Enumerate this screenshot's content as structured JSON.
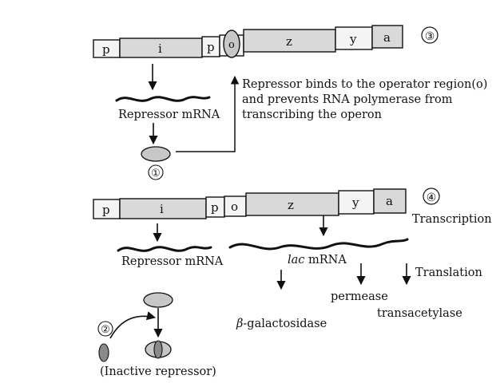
{
  "colors": {
    "ink": "#111111",
    "segment_shaded": "#d9d9d9",
    "segment_plain": "#f4f4f4",
    "protein": "#c7c7c7",
    "inducer": "#8a8a8a"
  },
  "panel_top": {
    "number": "③",
    "genes": [
      "p",
      "i",
      "p",
      "o",
      "z",
      "y",
      "a"
    ],
    "callout_number": "①",
    "repressor_mrna": "Repressor mRNA",
    "description_lines": [
      "Repressor binds to the operator region(o)",
      "and prevents RNA polymerase from",
      "transcribing the operon"
    ]
  },
  "panel_bottom": {
    "number": "④",
    "genes": [
      "p",
      "i",
      "p",
      "o",
      "z",
      "y",
      "a"
    ],
    "callout_number": "②",
    "repressor_mrna": "Repressor mRNA",
    "lac_mrna_italic": "lac",
    "lac_mrna_rest": " mRNA",
    "transcription": "Transcription",
    "translation": "Translation",
    "beta_symbol": "β",
    "beta_rest": "-galactosidase",
    "permease": "permease",
    "transacetylase": "transacetylase",
    "inactive_repressor": "(Inactive repressor)"
  }
}
